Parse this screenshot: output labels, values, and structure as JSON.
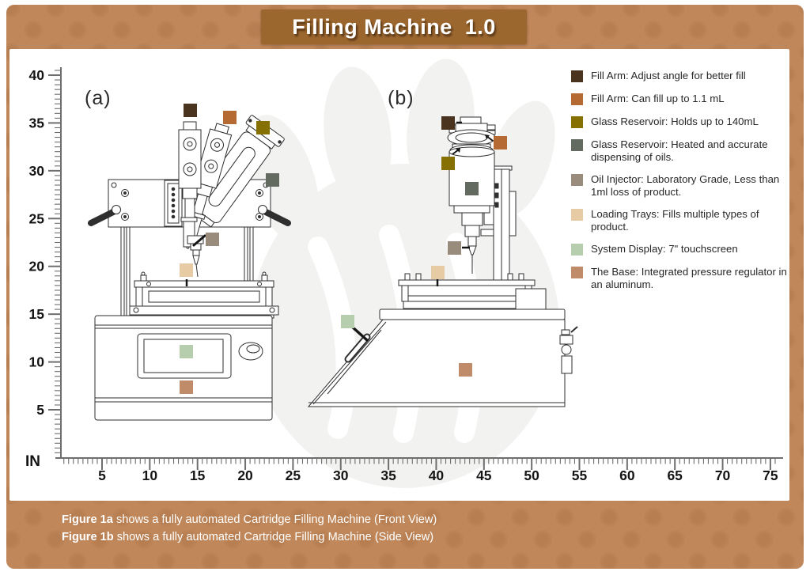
{
  "banner": {
    "title": "Filling Machine  1.0"
  },
  "figure_labels": {
    "a": "(a)",
    "b": "(b)"
  },
  "axes": {
    "unit_label": "IN",
    "x_ticks": [
      5,
      10,
      15,
      20,
      25,
      30,
      35,
      40,
      45,
      50,
      55,
      60,
      65,
      70,
      75
    ],
    "y_ticks": [
      40,
      35,
      30,
      25,
      20,
      15,
      10,
      5
    ]
  },
  "legend": {
    "items": [
      {
        "id": "fill-arm-angle",
        "color": "#4a3420",
        "textured": true,
        "label": "Fill Arm: Adjust angle for better fill"
      },
      {
        "id": "fill-arm-volume",
        "color": "#b56a33",
        "textured": false,
        "label": "Fill Arm: Can fill up to 1.1 mL"
      },
      {
        "id": "glass-reservoir-capacity",
        "color": "#867004",
        "textured": false,
        "label": "Glass Reservoir: Holds up to 140mL"
      },
      {
        "id": "glass-reservoir-heated",
        "color": "#636b61",
        "textured": false,
        "label": "Glass Reservoir: Heated and accurate dispensing of oils."
      },
      {
        "id": "oil-injector",
        "color": "#9a8c7d",
        "textured": true,
        "label": "Oil Injector: Laboratory Grade, Less than 1ml loss of product."
      },
      {
        "id": "loading-trays",
        "color": "#e6cba5",
        "textured": true,
        "label": "Loading Trays: Fills multiple types of product."
      },
      {
        "id": "system-display",
        "color": "#b6cead",
        "textured": true,
        "label": "System Display: 7\" touchscreen"
      },
      {
        "id": "the-base",
        "color": "#bf8b69",
        "textured": false,
        "label": "The Base: Integrated pressure regulator in an aluminum."
      }
    ]
  },
  "captions": [
    {
      "bold": "Figure 1a",
      "text": " shows a fully automated Cartridge Filling Machine (Front View)"
    },
    {
      "bold": "Figure 1b",
      "text": " shows a fully automated Cartridge Filling Machine (Side View)"
    }
  ],
  "colors": {
    "frame": "#c0875a",
    "banner_bg": "#9c672f",
    "panel": "#ffffff",
    "line": "#2f2f2f",
    "axis": "#6e6e6e",
    "watermark": "#f2f2f1",
    "caption_text": "#ffffff"
  }
}
